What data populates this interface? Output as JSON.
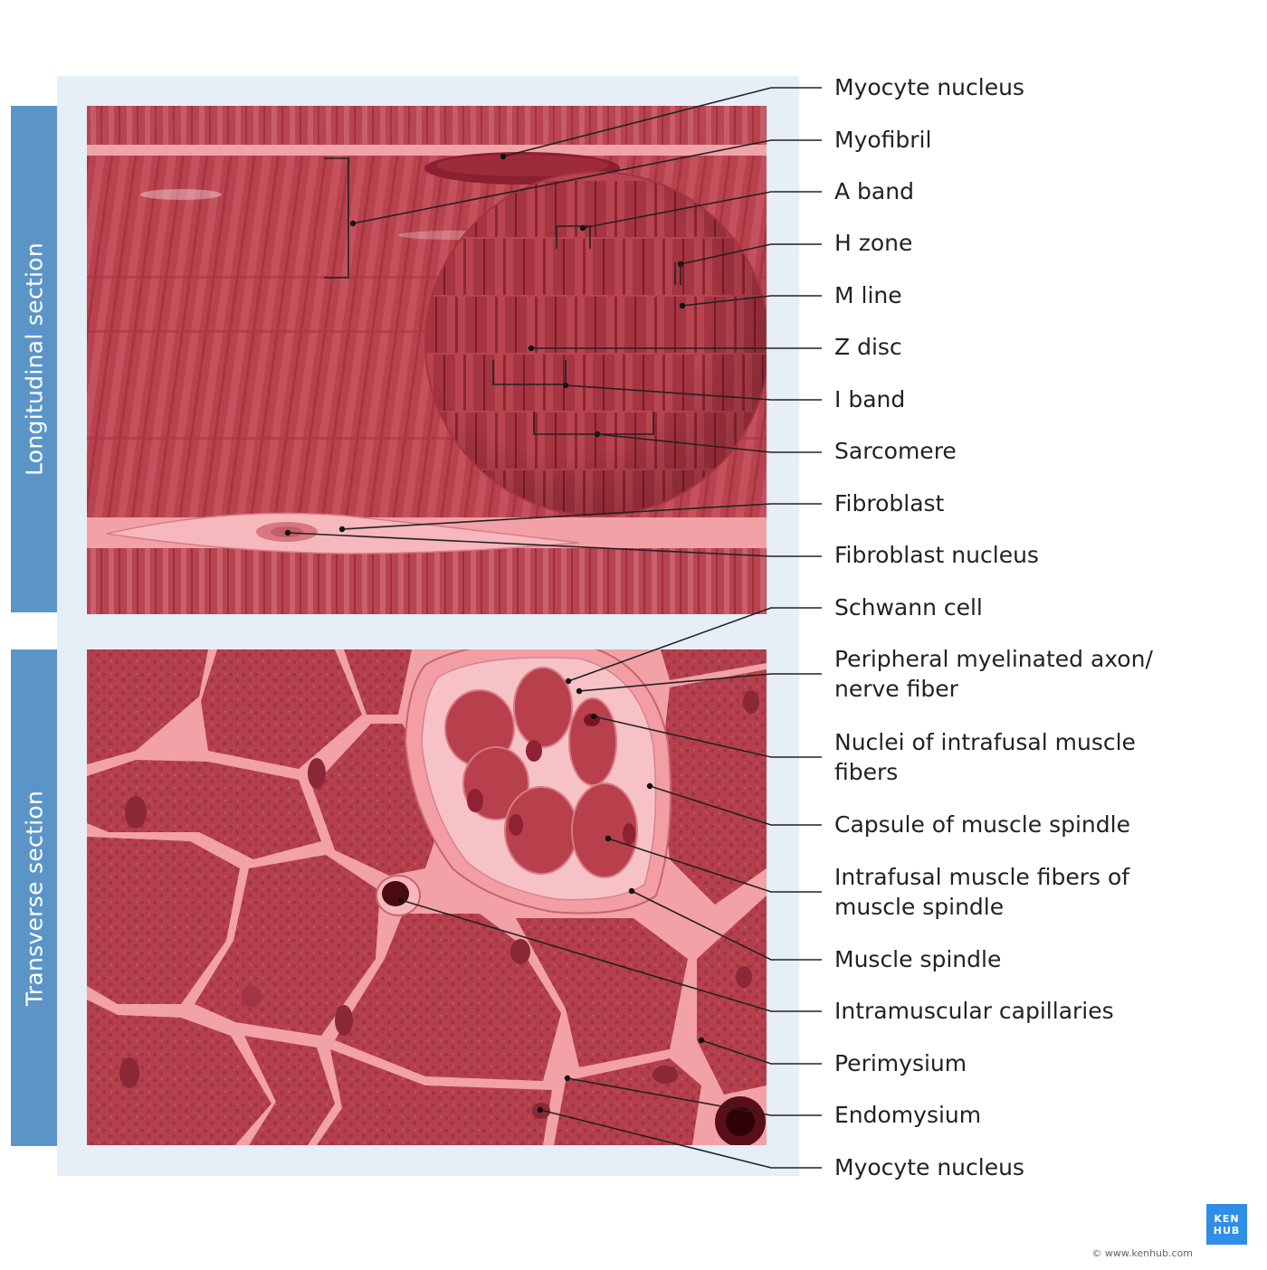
{
  "sections": {
    "longitudinal": "Longitudinal section",
    "transverse": "Transverse section"
  },
  "labels": [
    {
      "id": "myocyte-nucleus-top",
      "text": "Myocyte nucleus"
    },
    {
      "id": "myofibril",
      "text": "Myofibril"
    },
    {
      "id": "a-band",
      "text": "A band"
    },
    {
      "id": "h-zone",
      "text": "H zone"
    },
    {
      "id": "m-line",
      "text": "M line"
    },
    {
      "id": "z-disc",
      "text": "Z disc"
    },
    {
      "id": "i-band",
      "text": "I band"
    },
    {
      "id": "sarcomere",
      "text": "Sarcomere"
    },
    {
      "id": "fibroblast",
      "text": "Fibroblast"
    },
    {
      "id": "fibroblast-nucleus",
      "text": "Fibroblast nucleus"
    },
    {
      "id": "schwann-cell",
      "text": "Schwann cell"
    },
    {
      "id": "peripheral-axon",
      "text": "Peripheral myelinated axon/\nnerve fiber"
    },
    {
      "id": "nuclei-intrafusal",
      "text": "Nuclei of intrafusal muscle\nfibers"
    },
    {
      "id": "capsule",
      "text": "Capsule of muscle spindle"
    },
    {
      "id": "intrafusal-fibers",
      "text": "Intrafusal muscle fibers of\nmuscle spindle"
    },
    {
      "id": "muscle-spindle",
      "text": "Muscle spindle"
    },
    {
      "id": "capillaries",
      "text": "Intramuscular capillaries"
    },
    {
      "id": "perimysium",
      "text": "Perimysium"
    },
    {
      "id": "endomysium",
      "text": "Endomysium"
    },
    {
      "id": "myocyte-nucleus-bottom",
      "text": "Myocyte nucleus"
    }
  ],
  "watermark": "© www.kenhub.com",
  "logo": {
    "line1": "KEN",
    "line2": "HUB"
  },
  "copyright": "© www.kenhub.com",
  "colors": {
    "frame": "#e6eef8",
    "tab": "#5b95c8",
    "muscle": "#b94654",
    "muscle_dark": "#9a3040",
    "connective": "#f2a1a6",
    "nucleus": "#8a2030",
    "leader": "#222222"
  }
}
